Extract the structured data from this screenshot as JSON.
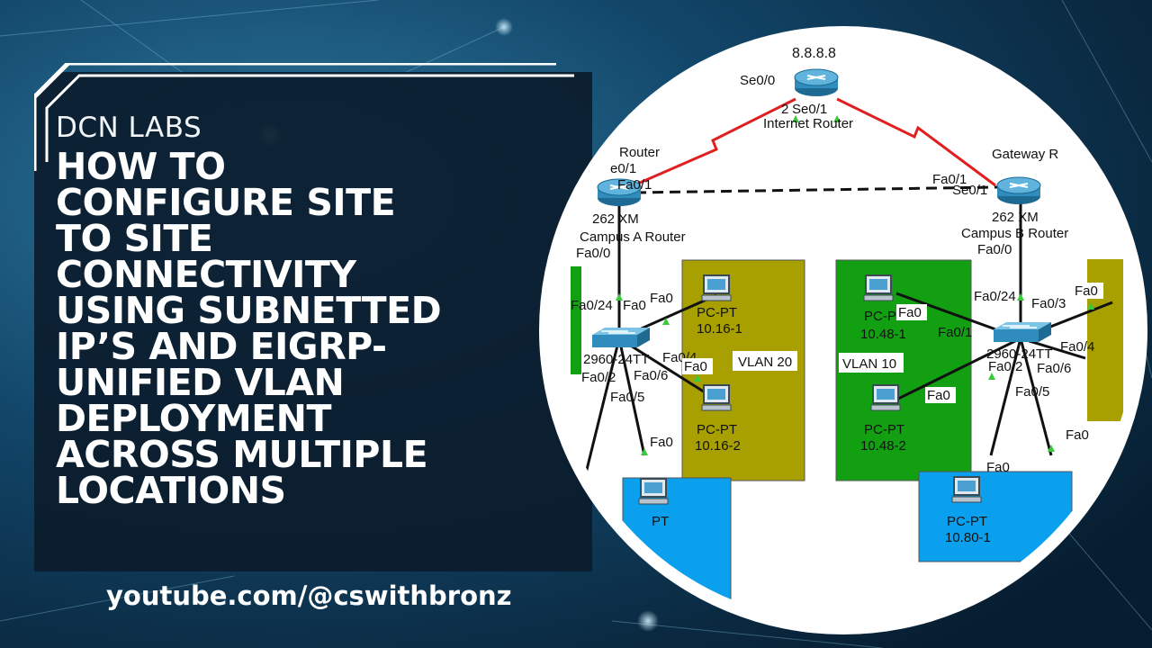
{
  "thumbnail": {
    "brand": "DCN LABS",
    "headline_lines": [
      "HOW TO",
      "CONFIGURE SITE",
      "TO SITE",
      "CONNECTIVITY",
      "USING SUBNETTED",
      "IP’S AND EIGRP-",
      "UNIFIED VLAN",
      "DEPLOYMENT",
      "ACROSS MULTIPLE",
      "LOCATIONS"
    ],
    "channel_url": "youtube.com/@cswithbronz"
  },
  "colors": {
    "background": "#0d3550",
    "panel": "#0b1c2c",
    "accent_white": "#ffffff",
    "vlan20": "#a8a000",
    "vlan10": "#12a012",
    "blue_area": "#0aa0ee",
    "serial_link": "#e02020"
  },
  "network_diagram": {
    "internet_router": {
      "ip": "8.8.8.8",
      "iface_left": "Se0/0",
      "iface_right": "Se0/1",
      "iface_right_prefix": "2",
      "label": "Internet Router"
    },
    "campus_a_router": {
      "top_label": "Router",
      "serial": "e0/1",
      "fa01": "Fa0/1",
      "model": "262 XM",
      "name": "Campus A Router",
      "fa00": "Fa0/0"
    },
    "campus_b_router": {
      "top_label": "Gateway R",
      "fa01": "Fa0/1",
      "serial": "Se0/1",
      "model": "262 XM",
      "name": "Campus B Router",
      "fa00": "Fa0/0"
    },
    "switch_a": {
      "model_partial": "2960-24TT",
      "ports": [
        "Fa0/24",
        "Fa0",
        "Fa0/2",
        "Fa0/6",
        "Fa0/5",
        "Fa0/4"
      ]
    },
    "switch_b": {
      "model_partial": "2960-24TT",
      "ports": [
        "Fa0/24",
        "Fa0/3",
        "Fa0/1",
        "Fa0/2",
        "Fa0/6",
        "Fa0/5",
        "Fa0/4"
      ]
    },
    "vlan20": {
      "label": "VLAN 20",
      "pcs": [
        {
          "type": "PC-PT",
          "ip": "10.16-1"
        },
        {
          "type": "PC-PT",
          "ip": "10.16-2"
        }
      ],
      "fa0": "Fa0"
    },
    "vlan10": {
      "label": "VLAN 10",
      "pcs": [
        {
          "type": "PC-PT",
          "ip": "10.48-1"
        },
        {
          "type": "PC-PT",
          "ip": "10.48-2"
        }
      ],
      "fa0": "Fa0"
    },
    "blue_left": {
      "pc_type_partial": "PT"
    },
    "blue_right": {
      "pc_type": "PC-PT",
      "ip": "10.80-1"
    },
    "misc_labels": {
      "fa0": "Fa0",
      "fa0_0": "Fa0/0",
      "fa0_24": "Fa0/24",
      "fa0_4": "Fa0/4",
      "fa0_5": "Fa0/5",
      "fa0_6": "Fa0/6",
      "fa0_2": "Fa0/2",
      "fa0_1": "Fa0/1",
      "fa0_3": "Fa0/3"
    }
  }
}
